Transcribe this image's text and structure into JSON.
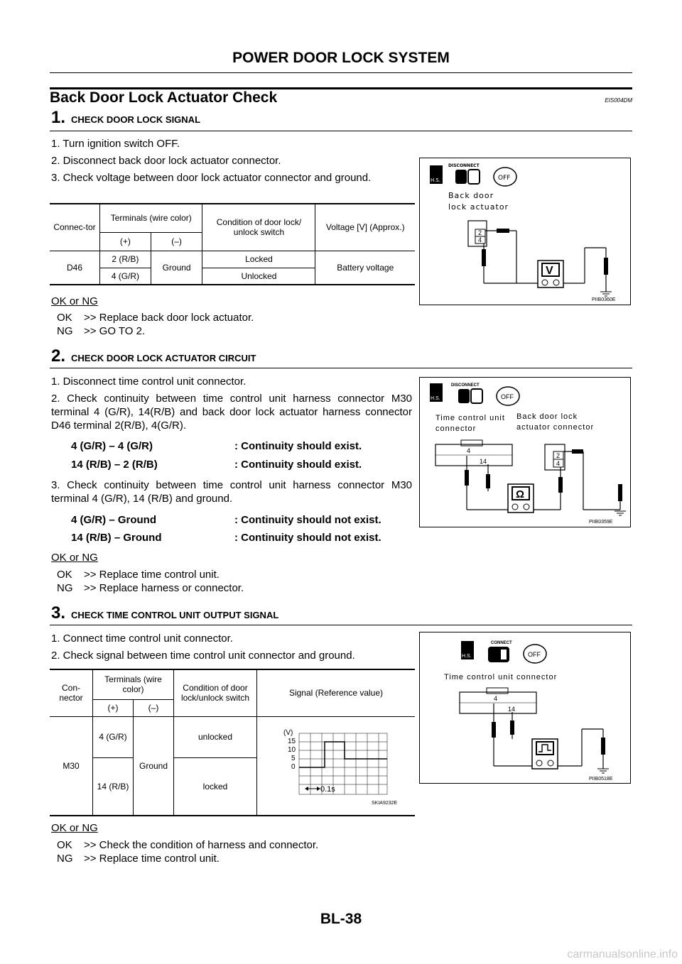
{
  "header": {
    "title": "POWER DOOR LOCK SYSTEM"
  },
  "section": {
    "title": "Back Door Lock Actuator Check",
    "code": "EIS004DM"
  },
  "step1": {
    "num": "1.",
    "title": "CHECK DOOR LOCK SIGNAL",
    "items": [
      "1. Turn ignition switch OFF.",
      "2. Disconnect back door lock actuator connector.",
      "3. Check voltage between door lock actuator connector and ground."
    ],
    "table": {
      "h_connector": "Connec-tor",
      "h_terminals": "Terminals (wire color)",
      "h_plus": "(+)",
      "h_minus": "(–)",
      "h_condition": "Condition of door lock/ unlock switch",
      "h_voltage": "Voltage [V] (Approx.)",
      "connector": "D46",
      "row1_plus": "2 (R/B)",
      "row2_plus": "4 (G/R)",
      "minus": "Ground",
      "row1_cond": "Locked",
      "row2_cond": "Unlocked",
      "voltage": "Battery voltage"
    },
    "okng": "OK or NG",
    "ok": "OK",
    "ok_text": ">> Replace back door lock actuator.",
    "ng": "NG",
    "ng_text": ">> GO TO 2.",
    "figure": {
      "label": "Back door lock actuator",
      "pin_top": "2",
      "pin_bot": "4",
      "meter": "V",
      "code": "PIIB0360E",
      "tag_hs": "H.S.",
      "tag_dis": "DISCONNECT",
      "tag_off": "OFF"
    }
  },
  "step2": {
    "num": "2.",
    "title": "CHECK DOOR LOCK ACTUATOR CIRCUIT",
    "item1": "1. Disconnect time control unit connector.",
    "item2": "2. Check continuity between time control unit harness connector M30 terminal 4 (G/R), 14(R/B) and back door lock actuator harness connector D46 terminal 2(R/B), 4(G/R).",
    "spec1": [
      {
        "l": "4 (G/R) – 4 (G/R)",
        "r": ": Continuity should exist."
      },
      {
        "l": "14 (R/B) – 2 (R/B)",
        "r": ": Continuity should exist."
      }
    ],
    "item3": "3. Check continuity between time control unit harness connector M30 terminal 4 (G/R), 14 (R/B) and ground.",
    "spec2": [
      {
        "l": "4 (G/R) – Ground",
        "r": ": Continuity should not exist."
      },
      {
        "l": "14 (R/B) – Ground",
        "r": ": Continuity should not exist."
      }
    ],
    "okng": "OK or NG",
    "ok": "OK",
    "ok_text": ">> Replace time control unit.",
    "ng": "NG",
    "ng_text": ">> Replace harness or connector.",
    "figure": {
      "label_l": "Time control unit connector",
      "label_r": "Back door lock actuator connector",
      "pin4": "4",
      "pin14": "14",
      "pin2": "2",
      "pin4b": "4",
      "meter": "Ω",
      "code": "PIIB0359E",
      "tag_hs": "H.S.",
      "tag_dis": "DISCONNECT",
      "tag_off": "OFF"
    }
  },
  "step3": {
    "num": "3.",
    "title": "CHECK TIME CONTROL UNIT OUTPUT SIGNAL",
    "item1": "1. Connect time control unit connector.",
    "item2": "2. Check signal between time control unit connector and ground.",
    "table": {
      "h_connector": "Con-nector",
      "h_terminals": "Terminals (wire color)",
      "h_plus": "(+)",
      "h_minus": "(–)",
      "h_condition": "Condition of door lock/unlock switch",
      "h_signal": "Signal (Reference value)",
      "connector": "M30",
      "row1_plus": "4 (G/R)",
      "row2_plus": "14 (R/B)",
      "minus": "Ground",
      "row1_cond": "unlocked",
      "row2_cond": "locked"
    },
    "scope": {
      "unit": "(V)",
      "y15": "15",
      "y10": "10",
      "y5": "5",
      "y0": "0",
      "time": "0.1s",
      "code": "SKIA9232E"
    },
    "okng": "OK or NG",
    "ok": "OK",
    "ok_text": ">> Check the condition of harness and connector.",
    "ng": "NG",
    "ng_text": ">> Replace time control unit.",
    "figure": {
      "label": "Time control unit connector",
      "pin4": "4",
      "pin14": "14",
      "code": "PIIB0518E",
      "tag_hs": "H.S.",
      "tag_con": "CONNECT",
      "tag_off": "OFF"
    }
  },
  "footer": {
    "page": "BL-38"
  },
  "watermark": "carmanualsonline.info"
}
